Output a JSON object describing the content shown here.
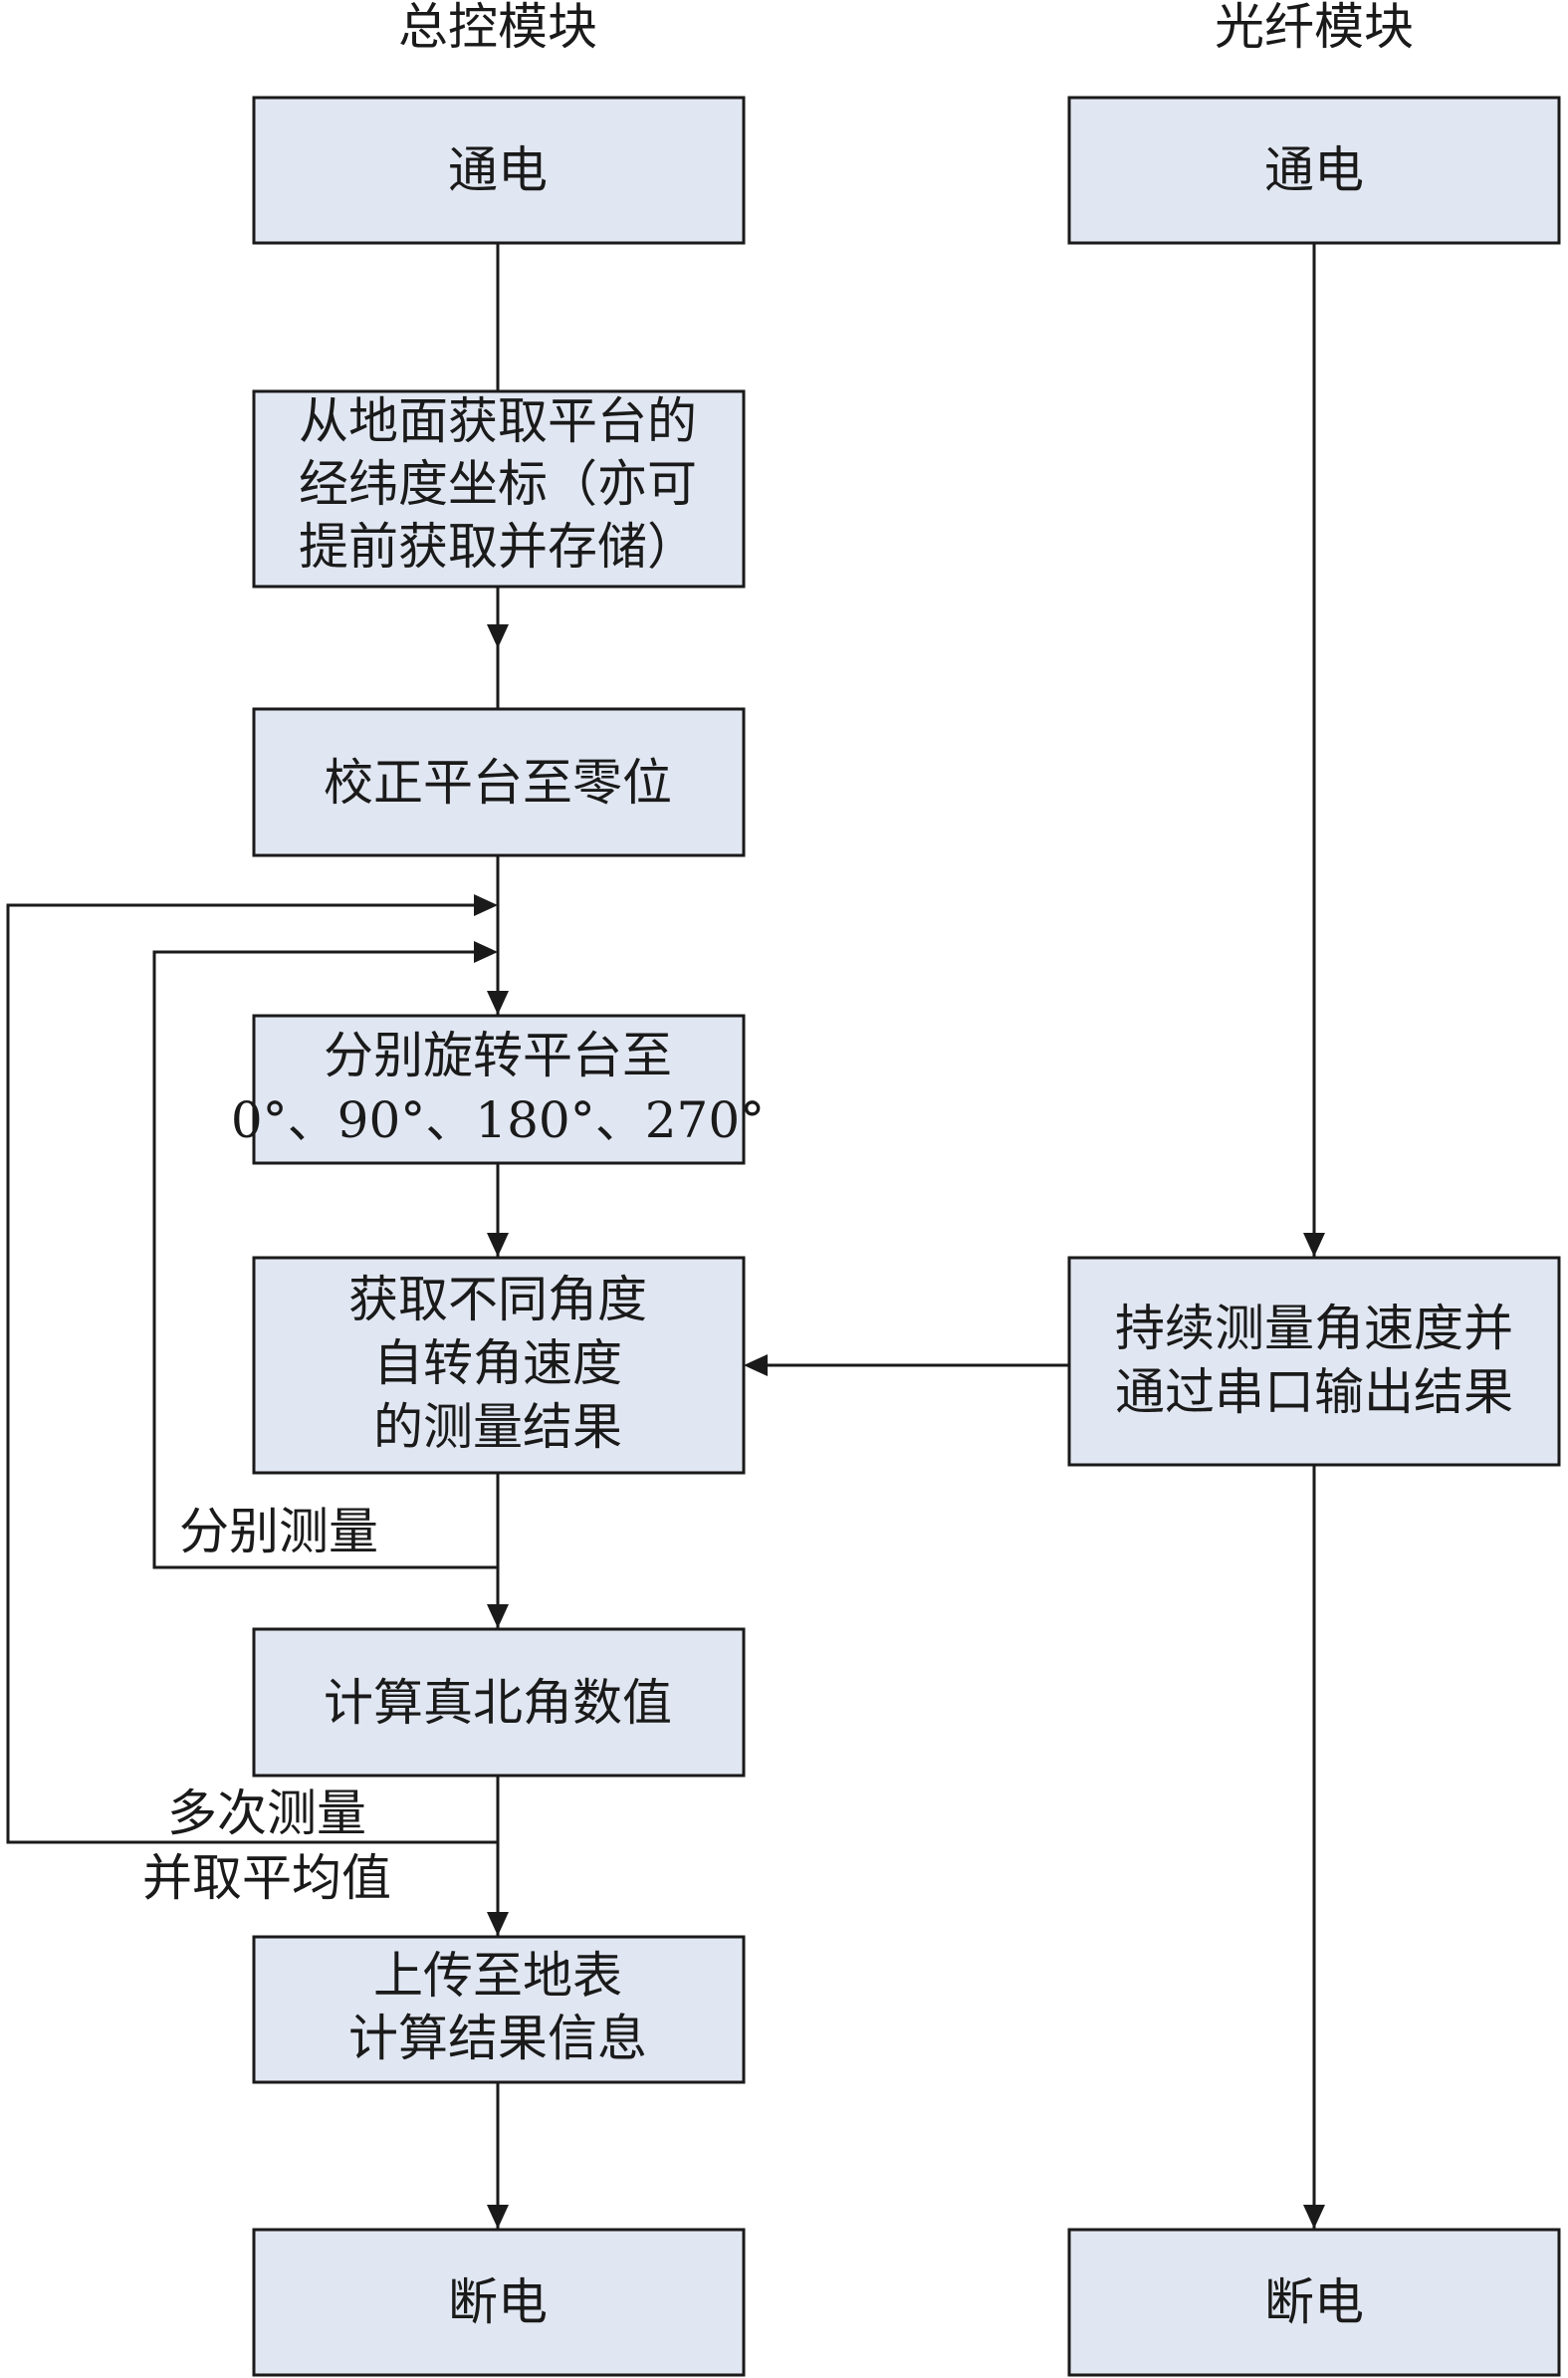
{
  "columns": {
    "control": "总控模块",
    "fiber": "光纤模块"
  },
  "control_steps": {
    "power_on": [
      "通电"
    ],
    "get_coords": [
      "从地面获取平台的",
      "经纬度坐标（亦可",
      "提前获取并存储）"
    ],
    "calibrate": [
      "校正平台至零位"
    ],
    "rotate": [
      "分别旋转平台至",
      "0°、90°、180°、270°"
    ],
    "measure": [
      "获取不同角度",
      "自转角速度",
      "的测量结果"
    ],
    "compute": [
      "计算真北角数值"
    ],
    "upload": [
      "上传至地表",
      "计算结果信息"
    ],
    "power_off": [
      "断电"
    ]
  },
  "fiber_steps": {
    "power_on": [
      "通电"
    ],
    "continuous": [
      "持续测量角速度并",
      "通过串口输出结果"
    ],
    "power_off": [
      "断电"
    ]
  },
  "loop_labels": {
    "each": [
      "分别测量"
    ],
    "repeat": [
      "多次测量",
      "并取平均值"
    ]
  }
}
